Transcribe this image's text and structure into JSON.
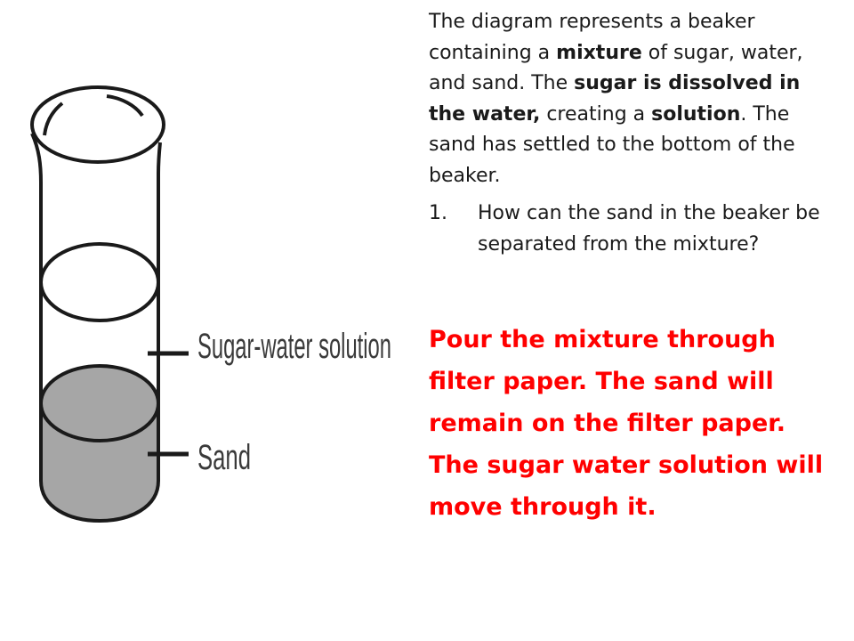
{
  "diagram": {
    "labels": {
      "solution": "Sugar-water solution",
      "sand": "Sand"
    }
  },
  "intro": {
    "t1": "The diagram represents a beaker containing a ",
    "b1": "mixture",
    "t2": " of sugar, water, and sand. The ",
    "b2": "sugar is dissolved in the water,",
    "t3": " creating a ",
    "b3": "solution",
    "t4": ". The sand has settled to the bottom of the beaker."
  },
  "questions": [
    {
      "number": "1.",
      "text": "How can the sand in the beaker be separated from the mixture?"
    }
  ],
  "answer": "Pour the mixture through filter paper. The sand will remain on the filter paper. The sugar water solution will move through it.",
  "colors": {
    "answer": "#ff0000",
    "sand_fill": "#a6a6a6"
  }
}
